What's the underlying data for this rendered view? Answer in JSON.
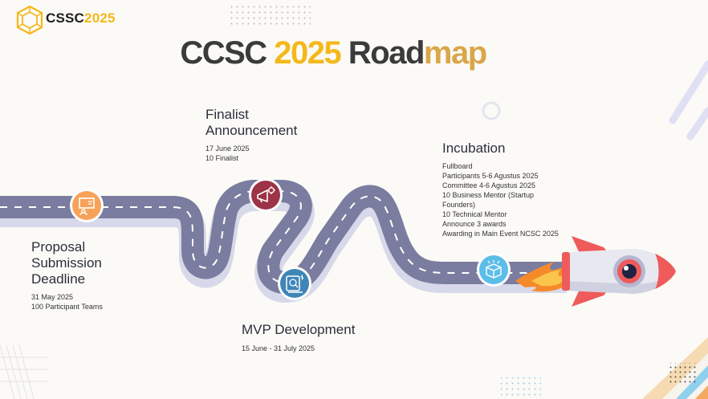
{
  "header": {
    "logo_prefix": "CSSC",
    "logo_year": "2025",
    "title_a": "CCSC ",
    "title_b": "2025",
    "title_c": " Road",
    "title_d": "map"
  },
  "milestones": [
    {
      "title": "Proposal Submission Deadline",
      "lines": [
        "31 May 2025",
        "100 Participant Teams"
      ],
      "icon": "presentation-icon"
    },
    {
      "title": "Finalist Announcement",
      "lines": [
        "17 June 2025",
        "10 Finalist"
      ],
      "icon": "megaphone-icon"
    },
    {
      "title": "MVP Development",
      "lines": [
        "15 June - 31 July 2025"
      ],
      "icon": "blueprint-icon"
    },
    {
      "title": "Incubation",
      "lines": [
        "Fullboard",
        "Participants 5-6 Agustus 2025",
        "Committee 4-6 Agustus 2025",
        "10 Business Mentor (Startup",
        "Founders)",
        "10 Technical Mentor",
        "Announce 3 awards",
        "Awarding in Main Event NCSC 2025"
      ],
      "icon": "box-icon"
    }
  ],
  "colors": {
    "road": "#7a7d9f",
    "road_shadow": "#d7d8ea",
    "accent": "#f5b81a",
    "title_dark": "#3b3b3b",
    "map_gold": "#d9a64a",
    "icon_orange": "#f7a25a",
    "icon_maroon": "#9c3346",
    "icon_blue": "#3f86b7",
    "icon_lightblue": "#5cbde8",
    "rocket_red": "#ef5b5b",
    "rocket_body": "#e7e8f0"
  }
}
